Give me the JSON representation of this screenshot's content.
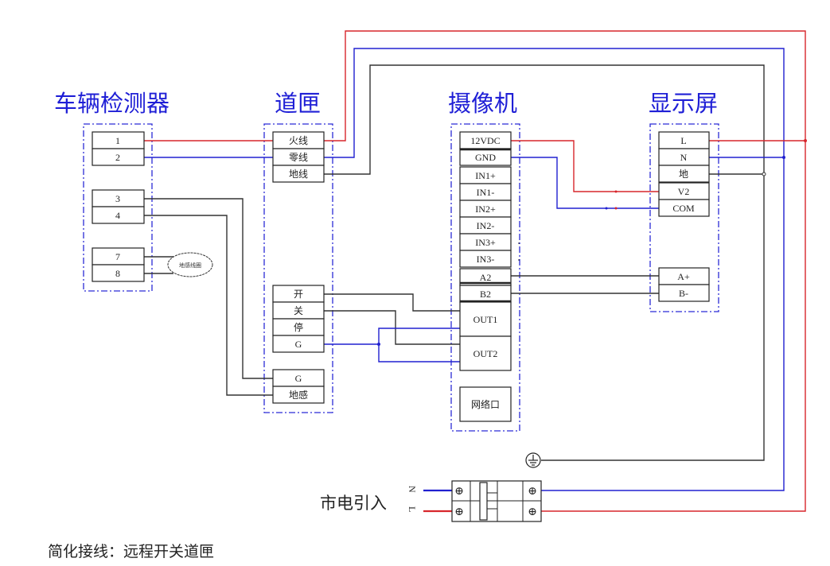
{
  "colors": {
    "live": "#d7262c",
    "neutral": "#2020d0",
    "ground": "#333333",
    "group_border": "#2b2bd6",
    "title": "#1f1fd6"
  },
  "devices": {
    "vehicle_detector": {
      "title": "车辆检测器",
      "terminals": [
        "1",
        "2",
        "3",
        "4",
        "7",
        "8"
      ],
      "loop_label": "地感线圈"
    },
    "barrier_gate": {
      "title": "道匣",
      "power_terminals": [
        "火线",
        "零线",
        "地线"
      ],
      "control_terminals": [
        "开",
        "关",
        "停",
        "G"
      ],
      "loop_terminals": [
        "G",
        "地感"
      ]
    },
    "camera": {
      "title": "摄像机",
      "terminals": [
        "12VDC",
        "GND",
        "IN1+",
        "IN1-",
        "IN2+",
        "IN2-",
        "IN3+",
        "IN3-",
        "A2",
        "B2"
      ],
      "outputs": [
        "OUT1",
        "OUT2"
      ],
      "network": "网络口"
    },
    "display": {
      "title": "显示屏",
      "power_terminals": [
        "L",
        "N",
        "地",
        "V2",
        "COM"
      ],
      "rs485_terminals": [
        "A+",
        "B-"
      ]
    }
  },
  "mains": {
    "label": "市电引入",
    "phases": [
      "N",
      "L"
    ],
    "breaker_symbol": "⊕",
    "ground_symbol": "⏚"
  },
  "footnote": "简化接线：远程开关道匣"
}
